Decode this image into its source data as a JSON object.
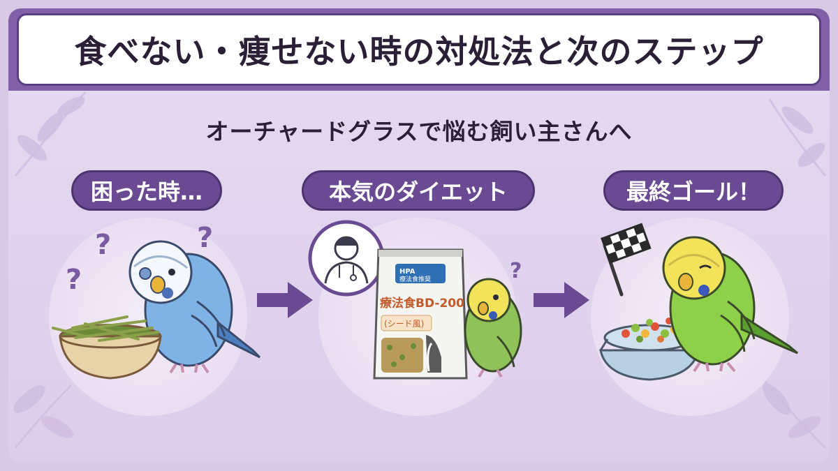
{
  "title": "食べない・痩せない時の対処法と次のステップ",
  "subtitle": "オーチャードグラスで悩む飼い主さんへ",
  "steps": [
    {
      "label": "困った時…"
    },
    {
      "label": "本気のダイエット"
    },
    {
      "label": "最終ゴール！"
    }
  ],
  "product": {
    "brand": "HPA",
    "brand_sub": "療法食推奨",
    "name": "療法食BD-200",
    "flavor": "(シード風)"
  },
  "icons": [
    "question-mark-icon",
    "veterinarian-icon",
    "arrow-right-icon",
    "checkered-flag-icon"
  ],
  "colors": {
    "banner": "#8160a8",
    "label_bg": "#6a4a92",
    "arrow": "#6a4a92",
    "background": "#e6daf1"
  }
}
